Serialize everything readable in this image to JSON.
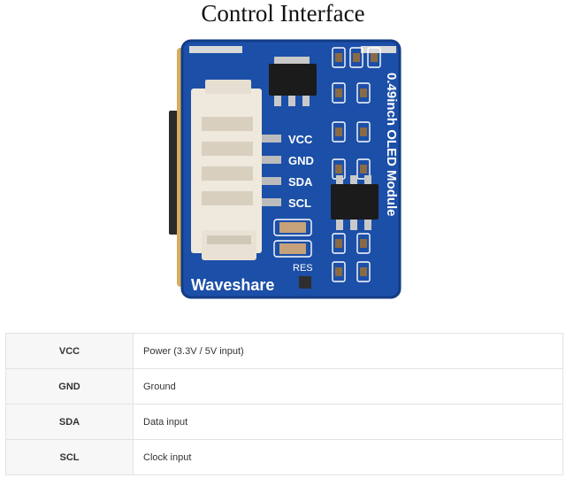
{
  "page": {
    "title": "Control Interface"
  },
  "module": {
    "brand": "Waveshare",
    "name": "0.49inch OLED Module",
    "reset_label": "RES",
    "pin_labels": [
      "VCC",
      "GND",
      "SDA",
      "SCL"
    ],
    "colors": {
      "pcb": "#1c4fa8",
      "pcb_edge": "#133c86",
      "silkscreen": "#ffffff",
      "connector": "#efe8dc",
      "chip": "#1b1b1b",
      "pad": "#c9c9c9"
    }
  },
  "pin_table": {
    "rows": [
      {
        "pin": "VCC",
        "description": "Power (3.3V / 5V input)"
      },
      {
        "pin": "GND",
        "description": "Ground"
      },
      {
        "pin": "SDA",
        "description": "Data input"
      },
      {
        "pin": "SCL",
        "description": "Clock input"
      }
    ]
  }
}
